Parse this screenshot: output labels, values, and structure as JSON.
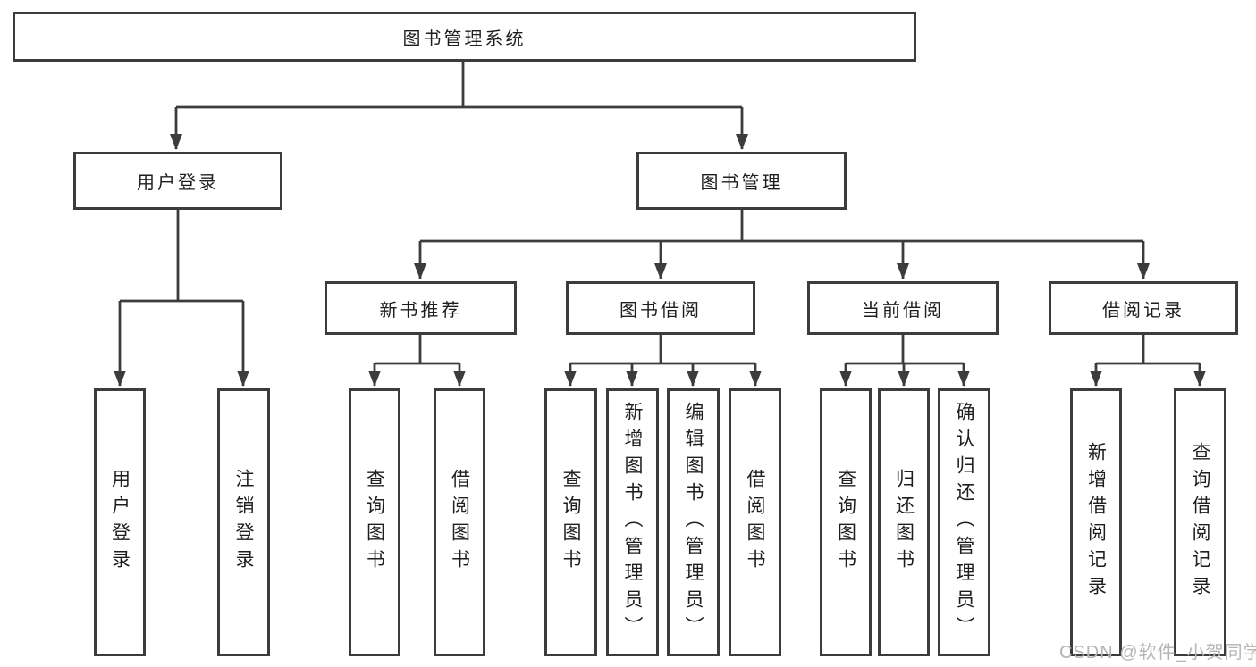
{
  "tree": {
    "label": "图书管理系统",
    "children": [
      {
        "label": "用户登录",
        "children": [
          {
            "label": "用户登录"
          },
          {
            "label": "注销登录"
          }
        ]
      },
      {
        "label": "图书管理",
        "children": [
          {
            "label": "新书推荐",
            "children": [
              {
                "label": "查询图书"
              },
              {
                "label": "借阅图书"
              }
            ]
          },
          {
            "label": "图书借阅",
            "children": [
              {
                "label": "查询图书"
              },
              {
                "label": "新增图书（管理员）"
              },
              {
                "label": "编辑图书（管理员）"
              },
              {
                "label": "借阅图书"
              }
            ]
          },
          {
            "label": "当前借阅",
            "children": [
              {
                "label": "查询图书"
              },
              {
                "label": "归还图书"
              },
              {
                "label": "确认归还（管理员）"
              }
            ]
          },
          {
            "label": "借阅记录",
            "children": [
              {
                "label": "新增借阅记录"
              },
              {
                "label": "查询借阅记录"
              }
            ]
          }
        ]
      }
    ]
  },
  "watermark": {
    "text": "CSDN @软件_小贺同学"
  },
  "colors": {
    "line": "#3c3c3c",
    "box_border": "#3c3c3c",
    "text": "#1e1e1e",
    "watermark": "#b5b5b5"
  }
}
